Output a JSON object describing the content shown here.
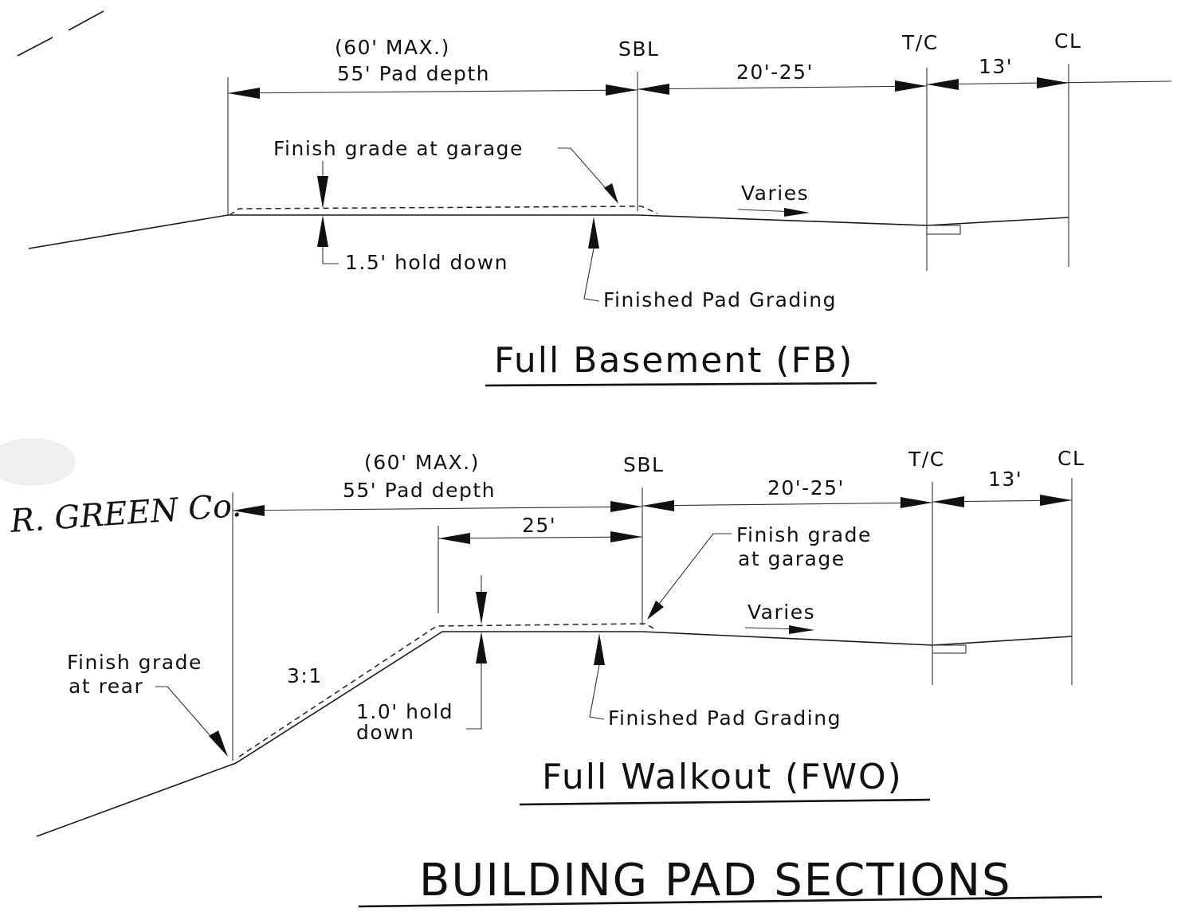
{
  "sheet_title": "BUILDING PAD SECTIONS",
  "signature": "R. GREEN Co.",
  "fb": {
    "title": "Full Basement (FB)",
    "max_depth": "(60' MAX.)",
    "pad_depth": "55' Pad depth",
    "sbl": "SBL",
    "tc": "T/C",
    "cl": "CL",
    "setback": "20'-25'",
    "half_street": "13'",
    "finish_grade_garage": "Finish grade at garage",
    "varies": "Varies",
    "hold_down": "1.5' hold down",
    "finished_pad": "Finished Pad Grading"
  },
  "fwo": {
    "title": "Full Walkout (FWO)",
    "max_depth": "(60' MAX.)",
    "pad_depth": "55' Pad depth",
    "sbl": "SBL",
    "tc": "T/C",
    "cl": "CL",
    "setback": "20'-25'",
    "half_street": "13'",
    "depth_25": "25'",
    "finish_grade_garage_1": "Finish grade",
    "finish_grade_garage_2": "at garage",
    "varies": "Varies",
    "finish_grade_rear_1": "Finish grade",
    "finish_grade_rear_2": "at rear",
    "slope": "3:1",
    "hold_down_1": "1.0' hold",
    "hold_down_2": "down",
    "finished_pad": "Finished Pad Grading"
  }
}
